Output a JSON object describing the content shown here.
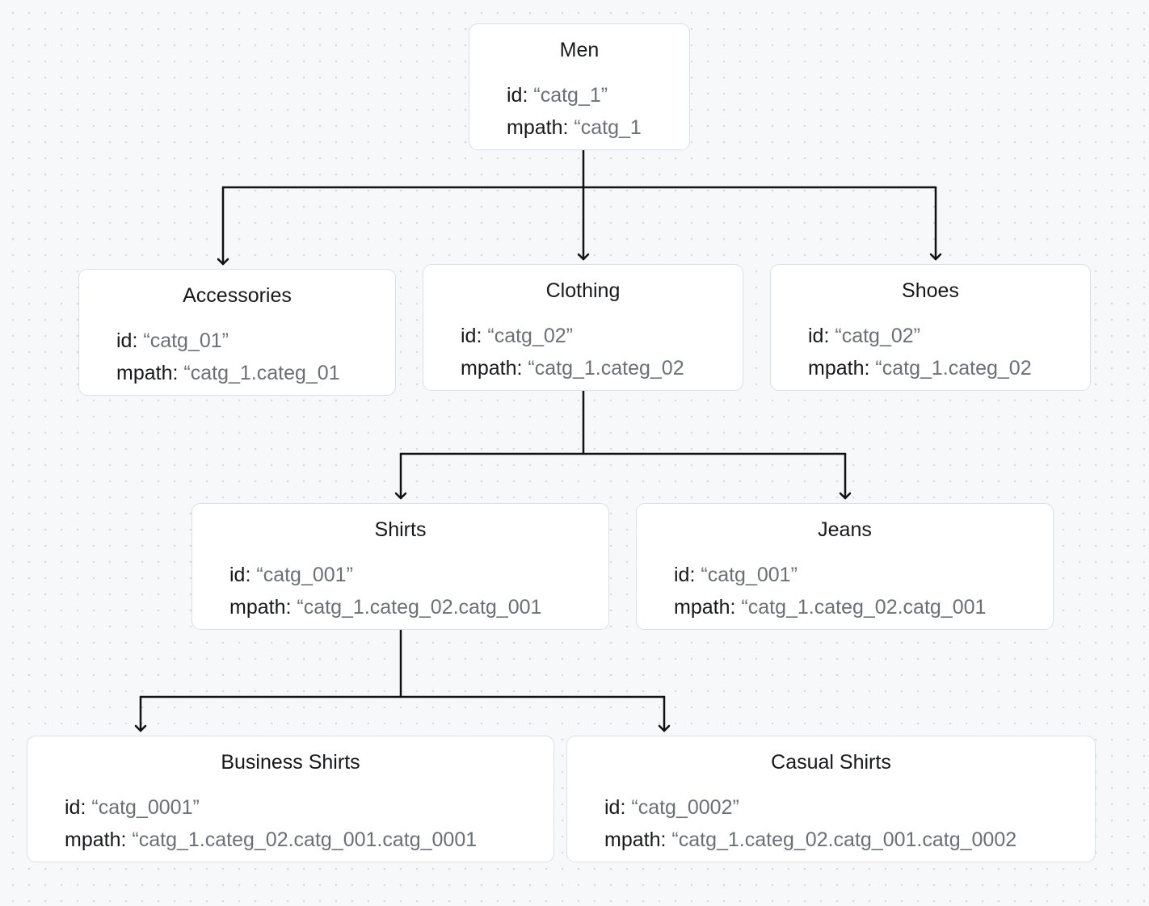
{
  "field_labels": {
    "id": "id",
    "mpath": "mpath",
    "separator": ": "
  },
  "nodes": [
    {
      "key": "men",
      "title": "Men",
      "id": "“catg_1”",
      "mpath": "“catg_1"
    },
    {
      "key": "accessories",
      "title": "Accessories",
      "id": "“catg_01”",
      "mpath": "“catg_1.categ_01"
    },
    {
      "key": "clothing",
      "title": "Clothing",
      "id": "“catg_02”",
      "mpath": "“catg_1.categ_02"
    },
    {
      "key": "shoes",
      "title": "Shoes",
      "id": "“catg_02”",
      "mpath": "“catg_1.categ_02"
    },
    {
      "key": "shirts",
      "title": "Shirts",
      "id": "“catg_001”",
      "mpath": "“catg_1.categ_02.catg_001"
    },
    {
      "key": "jeans",
      "title": "Jeans",
      "id": "“catg_001”",
      "mpath": "“catg_1.categ_02.catg_001"
    },
    {
      "key": "business-shirts",
      "title": "Business Shirts",
      "id": "“catg_0001”",
      "mpath": "“catg_1.categ_02.catg_001.catg_0001"
    },
    {
      "key": "casual-shirts",
      "title": "Casual Shirts",
      "id": "“catg_0002”",
      "mpath": "“catg_1.categ_02.catg_001.catg_0002"
    }
  ],
  "edges": [
    {
      "from": "men",
      "to": "accessories"
    },
    {
      "from": "men",
      "to": "clothing"
    },
    {
      "from": "men",
      "to": "shoes"
    },
    {
      "from": "clothing",
      "to": "shirts"
    },
    {
      "from": "clothing",
      "to": "jeans"
    },
    {
      "from": "shirts",
      "to": "business-shirts"
    },
    {
      "from": "shirts",
      "to": "casual-shirts"
    }
  ],
  "colors": {
    "canvas": "#f7f8fa",
    "grid_dot": "#d5d8de",
    "card": "#ffffff",
    "card_border": "#dcdfe4",
    "connector": "#111111",
    "title_text": "#17181a",
    "value_text": "#6b6f76"
  }
}
